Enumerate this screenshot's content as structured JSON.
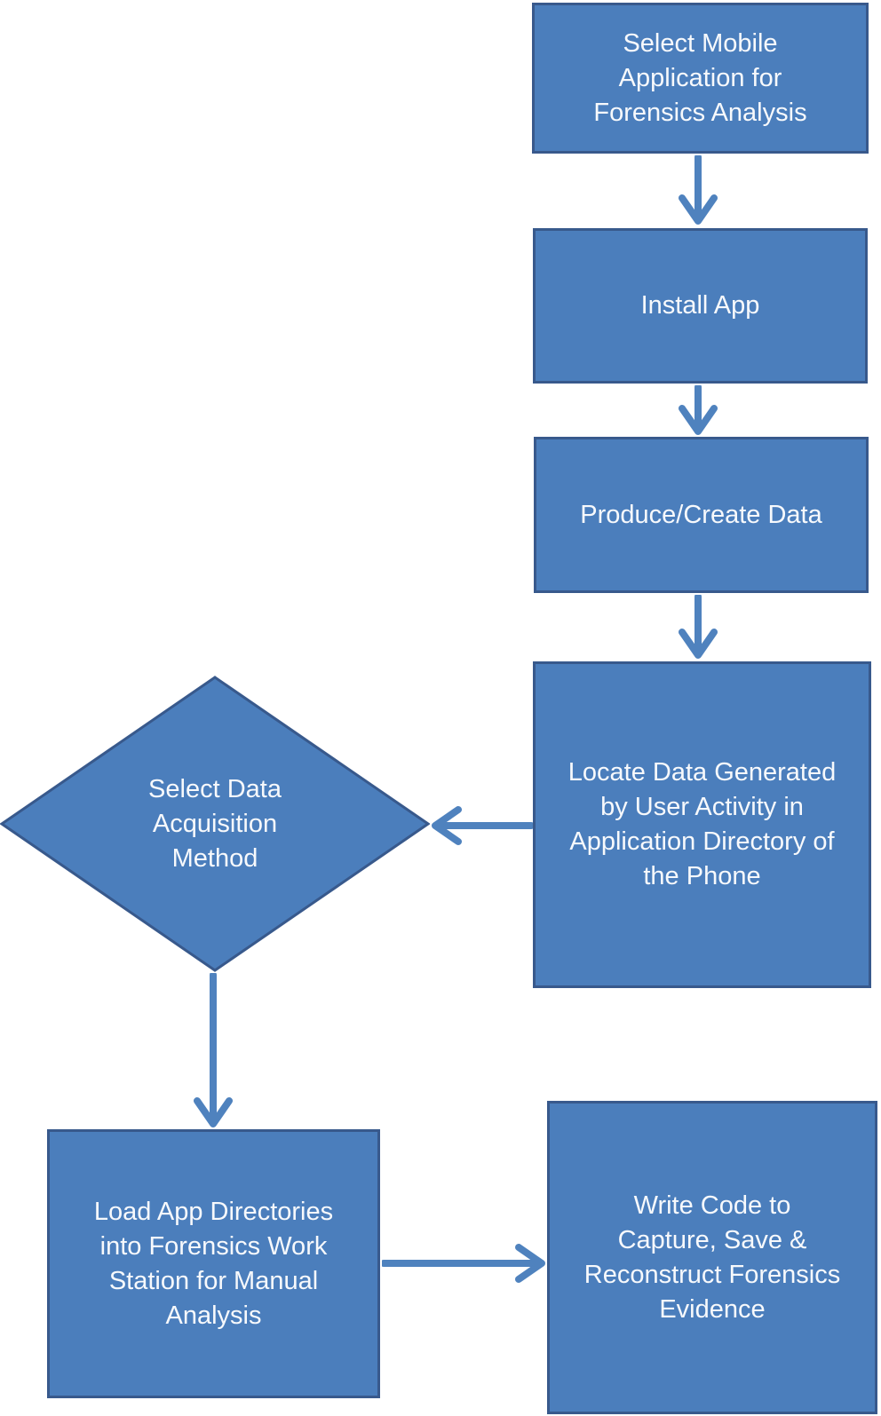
{
  "diagram": {
    "type": "flowchart",
    "background_color": "#ffffff",
    "node_fill_color": "#4b7ebc",
    "node_border_color": "#38598c",
    "arrow_color": "#4f82be",
    "text_color": "#f7f9fc"
  },
  "nodes": {
    "select_app": {
      "shape": "rectangle",
      "label": "Select Mobile\nApplication for\nForensics Analysis"
    },
    "install_app": {
      "shape": "rectangle",
      "label": "Install App"
    },
    "produce_data": {
      "shape": "rectangle",
      "label": "Produce/Create Data"
    },
    "locate_data": {
      "shape": "rectangle",
      "label": "Locate Data Generated\nby User Activity in\nApplication Directory of\nthe Phone"
    },
    "select_method": {
      "shape": "diamond",
      "label": "Select Data\nAcquisition\nMethod"
    },
    "load_dirs": {
      "shape": "rectangle",
      "label": "Load App Directories\ninto Forensics Work\nStation for Manual\nAnalysis"
    },
    "write_code": {
      "shape": "rectangle",
      "label": "Write Code to\nCapture, Save &\nReconstruct Forensics\nEvidence"
    }
  },
  "connectors": [
    {
      "from": "select_app",
      "to": "install_app",
      "direction": "down"
    },
    {
      "from": "install_app",
      "to": "produce_data",
      "direction": "down"
    },
    {
      "from": "produce_data",
      "to": "locate_data",
      "direction": "down"
    },
    {
      "from": "locate_data",
      "to": "select_method",
      "direction": "left"
    },
    {
      "from": "select_method",
      "to": "load_dirs",
      "direction": "down"
    },
    {
      "from": "load_dirs",
      "to": "write_code",
      "direction": "right"
    }
  ]
}
